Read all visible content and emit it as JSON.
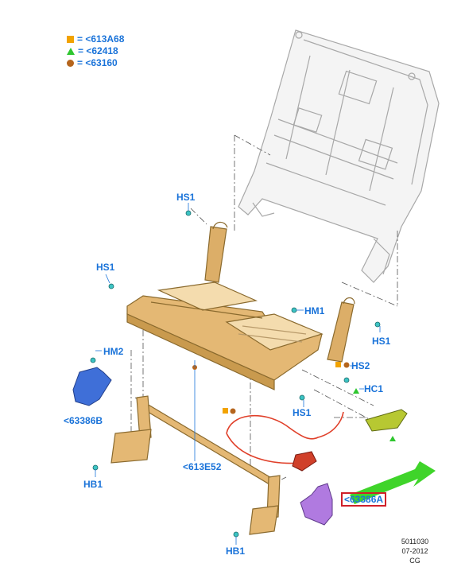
{
  "legend": [
    {
      "marker": "square",
      "color": "#f2a300",
      "label": "= <613A68"
    },
    {
      "marker": "triangle",
      "color": "#2fc62f",
      "label": "= <62418"
    },
    {
      "marker": "circle",
      "color": "#b5651d",
      "label": "= <63160"
    }
  ],
  "callouts": {
    "hs1_top": "HS1",
    "hs1_left": "HS1",
    "hm1": "HM1",
    "hs1_right": "HS1",
    "hm2": "HM2",
    "hs2": "HS2",
    "hc1": "HC1",
    "hs1_mid": "HS1",
    "part_63386B": "<63386B",
    "part_613E52": "<613E52",
    "part_63386A": "<63386A",
    "hb1_left": "HB1",
    "hb1_bottom": "HB1"
  },
  "drawing_code": {
    "number": "5011030",
    "date": "07-2012",
    "initials": "CG"
  },
  "colors": {
    "callout_text": "#1a73d9",
    "frame_fill": "#e4b874",
    "frame_stroke": "#8a6a2e",
    "bracket_blue": "#3f6fd8",
    "bracket_purple": "#b07ae0",
    "hinge_green": "#b7c832",
    "cable_red": "#e0402a",
    "arrow_green": "#3fd42a",
    "highlight_box": "#d0202a"
  }
}
